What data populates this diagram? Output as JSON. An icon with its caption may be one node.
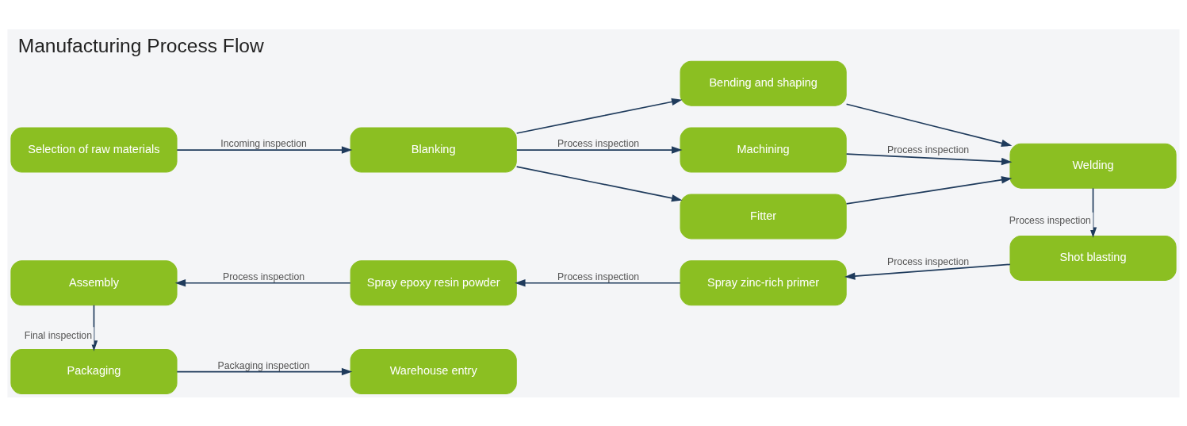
{
  "diagram": {
    "title": "Manufacturing Process Flow",
    "nodes": [
      {
        "text": [
          "Selection of raw materials"
        ]
      },
      {
        "text": [
          "Blanking"
        ]
      },
      {
        "text": [
          "Bending and shaping"
        ]
      },
      {
        "text": [
          "Machining"
        ]
      },
      {
        "text": [
          "Fitter"
        ]
      },
      {
        "text": [
          "Welding"
        ]
      },
      {
        "text": [
          "Shot blasting"
        ]
      },
      {
        "text": [
          "Spray zinc-rich primer"
        ]
      },
      {
        "text": [
          "Spray epoxy resin powder"
        ]
      },
      {
        "text": [
          "Assembly"
        ]
      },
      {
        "text": [
          "Packaging"
        ]
      },
      {
        "text": [
          "Warehouse entry"
        ]
      }
    ],
    "edges": [
      {
        "from": 0,
        "to": 1,
        "arrow": "to",
        "label": "Incoming inspection"
      },
      {
        "from": 1,
        "to": 2,
        "arrow": "to"
      },
      {
        "from": 1,
        "to": 3,
        "arrow": "to",
        "label": "Process inspection"
      },
      {
        "from": 1,
        "to": 4,
        "arrow": "to"
      },
      {
        "from": 2,
        "to": 5,
        "arrow": "to"
      },
      {
        "from": 3,
        "to": 5,
        "arrow": "to",
        "label": "Process inspection"
      },
      {
        "from": 4,
        "to": 5,
        "arrow": "to"
      },
      {
        "from": 5,
        "to": 6,
        "arrow": "to",
        "label": "Process inspection"
      },
      {
        "from": 6,
        "to": 7,
        "arrow": "to",
        "label": "Process inspection"
      },
      {
        "from": 7,
        "to": 8,
        "arrow": "to",
        "label": "Process inspection"
      },
      {
        "from": 8,
        "to": 9,
        "arrow": "to",
        "label": "Process inspection"
      },
      {
        "from": 9,
        "to": 10,
        "arrow": "to",
        "label": "Final inspection"
      },
      {
        "from": 10,
        "to": 11,
        "arrow": "to",
        "label": "Packaging inspection"
      }
    ]
  }
}
